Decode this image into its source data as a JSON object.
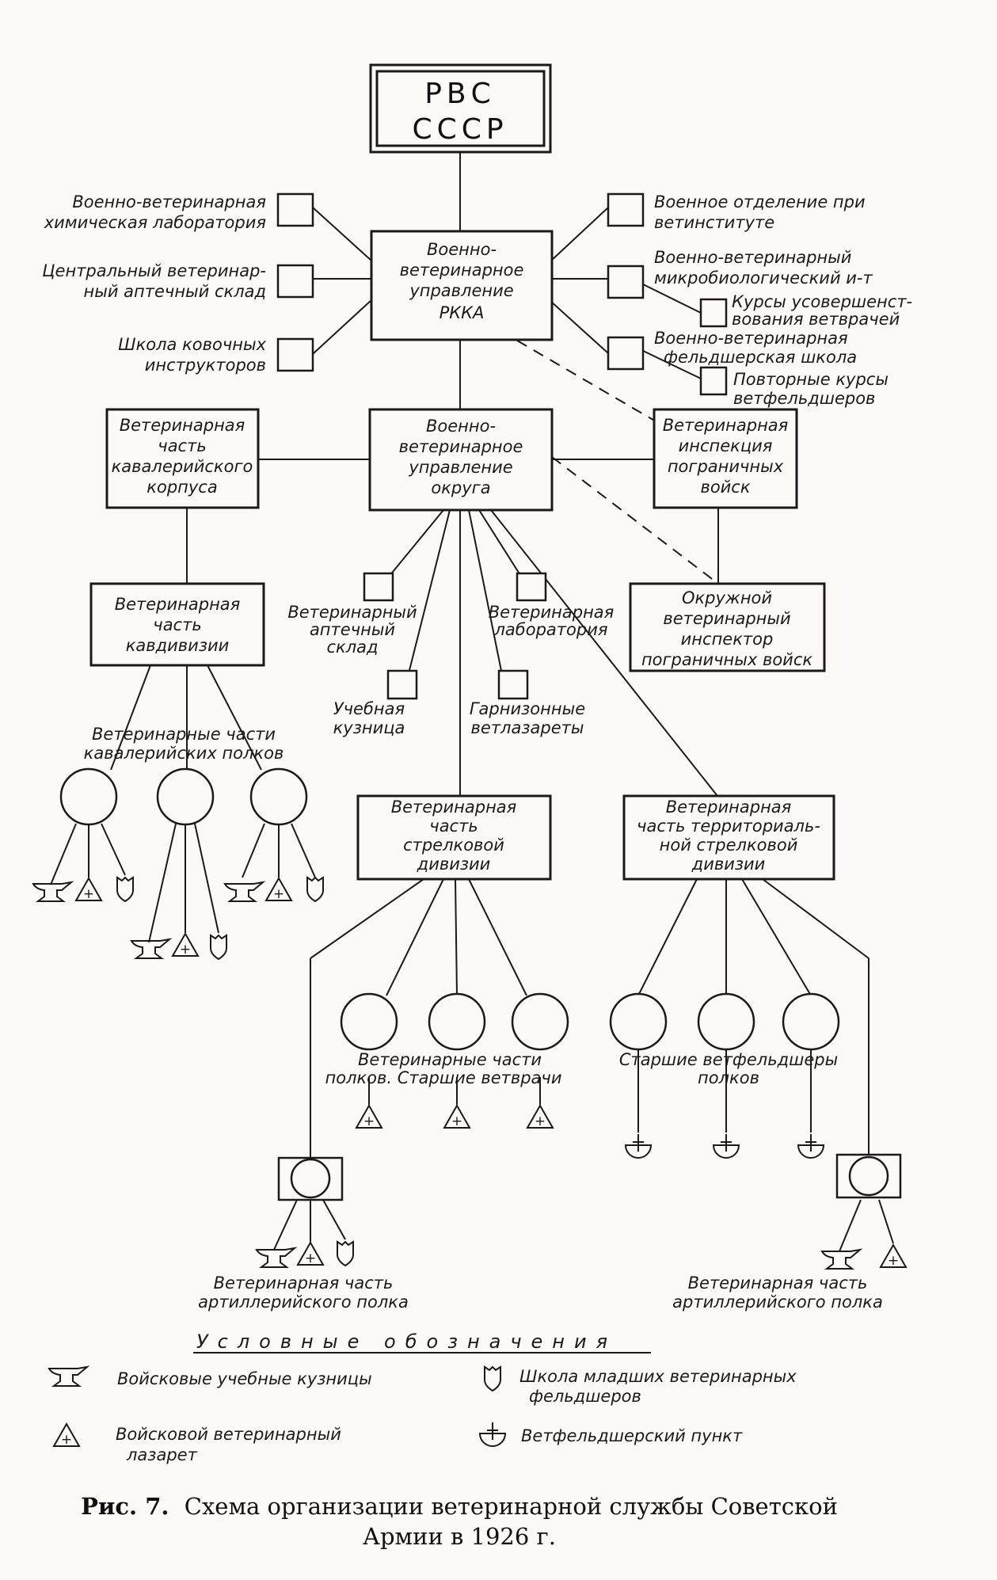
{
  "nodes": {
    "rvs_1": "РВС",
    "rvs_2": "СССР",
    "vvu_rkka": [
      "Военно-",
      "ветеринарное",
      "управление",
      "РККА"
    ],
    "vvu_okruga": [
      "Военно-",
      "ветеринарное",
      "управление",
      "округа"
    ],
    "vet_kav_korpusa": [
      "Ветеринарная",
      "часть",
      "кавалерийского",
      "корпуса"
    ],
    "vet_inspekcia": [
      "Ветеринарная",
      "инспекция",
      "пограничных",
      "войск"
    ],
    "vet_kavdivizii": [
      "Ветеринарная",
      "часть",
      "кавдивизии"
    ],
    "okr_inspektor": [
      "Окружной",
      "ветеринарный",
      "инспектор",
      "пограничных войск"
    ],
    "vet_strelk_div": [
      "Ветеринарная",
      "часть",
      "стрелковой",
      "дивизии"
    ],
    "vet_terr_div": [
      "Ветеринарная",
      "часть территориаль-",
      "ной стрелковой",
      "дивизии"
    ]
  },
  "labels": {
    "himlab": [
      "Военно-ветеринарная",
      "химическая лаборатория"
    ],
    "apt_central": [
      "Центральный ветеринар-",
      "ный аптечный склад"
    ],
    "shkola_kov": [
      "Школа ковочных",
      "инструкторов"
    ],
    "otdelenie": [
      "Военное отделение при",
      "ветинституте"
    ],
    "mikrobio": [
      "Военно-ветеринарный",
      "микробиологический и-т"
    ],
    "kursy_vet": [
      "Курсы усовершенст-",
      "вования ветврачей"
    ],
    "feld_shkola": [
      "Военно-ветеринарная",
      "фельдшерская школа"
    ],
    "povt_kursy": [
      "Повторные курсы",
      "ветфельдшеров"
    ],
    "apt_sklad": [
      "Ветеринарный",
      "аптечный",
      "склад"
    ],
    "laboratoria": [
      "Ветеринарная",
      "лаборатория"
    ],
    "kuznica": [
      "Учебная",
      "кузница"
    ],
    "vetlazarety": [
      "Гарнизонные",
      "ветлазареты"
    ],
    "kav_polki": [
      "Ветеринарные части",
      "кавалерийских полков"
    ],
    "polki_vetvrachi": [
      "Ветеринарные части",
      "полков. Старшие ветврачи"
    ],
    "vetfeld_polkov": [
      "Старшие ветфельдшеры",
      "полков"
    ],
    "artpolk_left": [
      "Ветеринарная часть",
      "артиллерийского полка"
    ],
    "artpolk_right": [
      "Ветеринарная часть",
      "артиллерийского полка"
    ]
  },
  "legend": {
    "title": "Условные обозначения",
    "kuznicy": "Войсковые учебные кузницы",
    "shkola_feld": [
      "Школа младших ветеринарных",
      "фельдшеров"
    ],
    "lazaret": [
      "Войсковой ветеринарный",
      "лазарет"
    ],
    "punkt": "Ветфельдшерский пункт"
  },
  "caption": {
    "label": "Рис. 7.",
    "line1": "Схема организации ветеринарной службы Советской",
    "line2": "Армии в 1926 г."
  },
  "colors": {
    "ink": "#1a1a1a",
    "paper": "#fbfaf6"
  }
}
